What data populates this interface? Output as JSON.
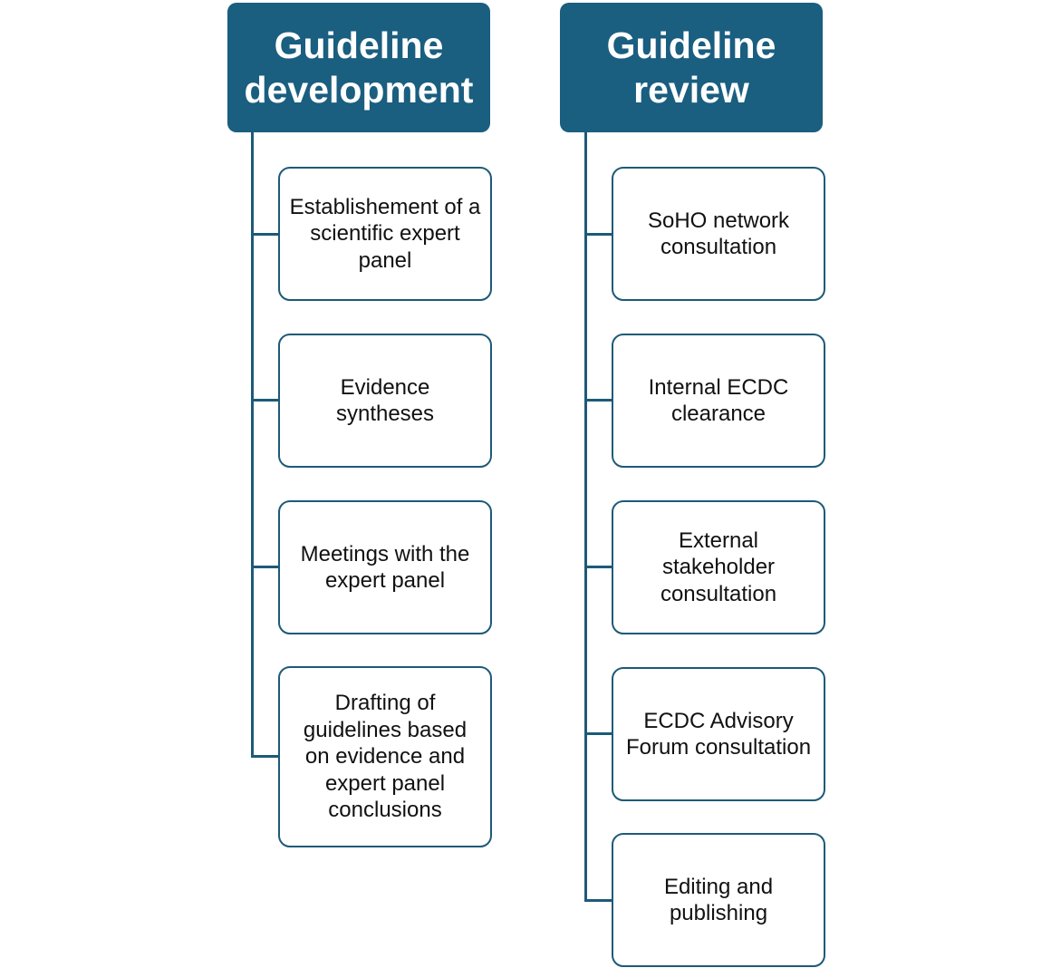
{
  "columns": [
    {
      "title": "Guideline development",
      "steps": [
        "Establishement of a scientific expert panel",
        "Evidence syntheses",
        "Meetings with the expert panel",
        "Drafting of guidelines based on evidence and expert panel conclusions"
      ]
    },
    {
      "title": "Guideline review",
      "steps": [
        "SoHO network consultation",
        "Internal ECDC clearance",
        "External stakeholder consultation",
        "ECDC Advisory Forum consultation",
        "Editing and publishing"
      ]
    }
  ],
  "colors": {
    "header_fill": "#1a5e80",
    "connector": "#1d5a78",
    "box_border": "#1d5a78"
  }
}
